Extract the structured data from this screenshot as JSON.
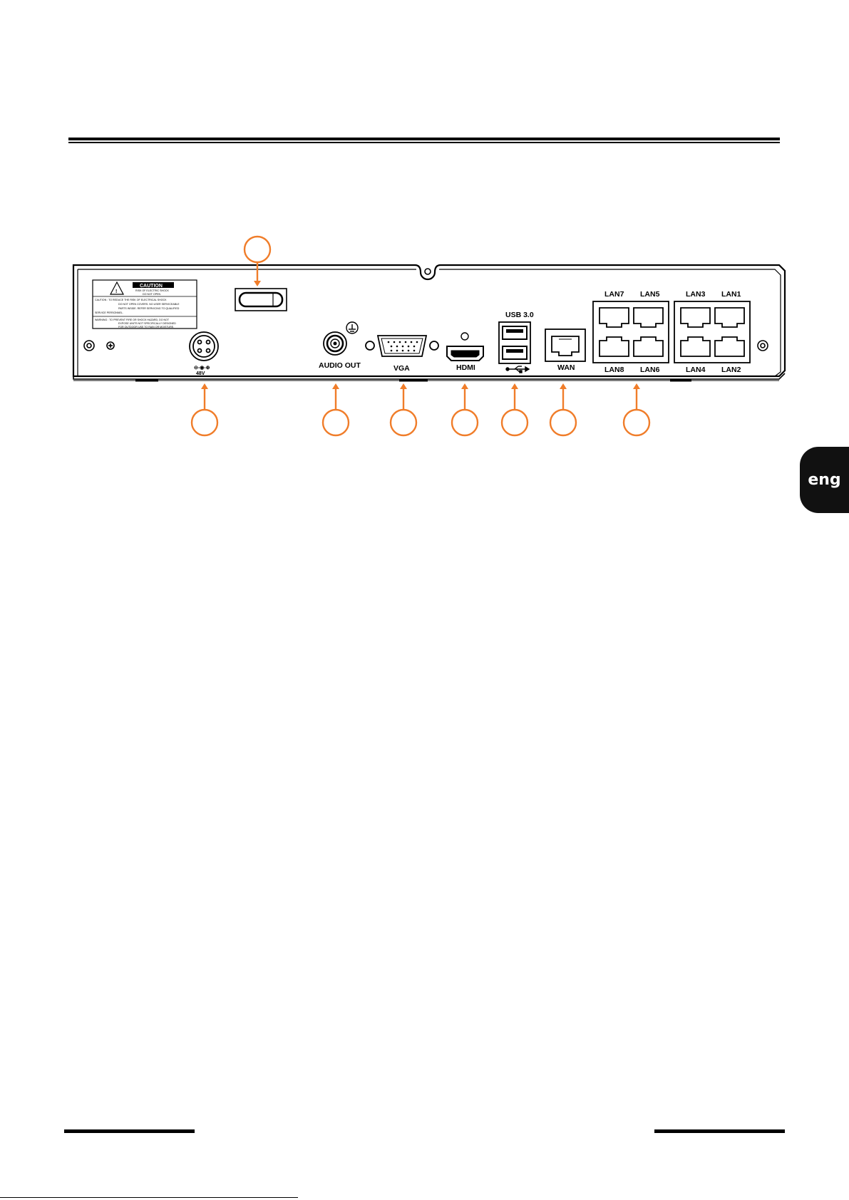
{
  "language_tab": "eng",
  "caution_label": {
    "heading": "CAUTION",
    "shock_line_1": "RISK OF ELECTRIC SHOCK",
    "shock_line_2": "DO NOT OPEN",
    "caution_line_1": "CAUTION : TO REDUCE THE RISK OF ELECTRICAL SHOCK",
    "caution_line_2": "DO NOT OPEN COVERS. NO USER SERVICEABLE",
    "caution_line_3": "PARTS INSIDE. REFER SERVICING TO QUALIFIED",
    "caution_line_4": "SERVICE PERSONNEL.",
    "warning_line_1": "WARNING : TO PREVENT FIRE OR SHOCK HAZARD, DO NOT",
    "warning_line_2": "EXPOSE UNITS NOT SPECIFICALLY DESIGNED",
    "warning_line_3": "FOR OUTDOOR USE TO RAIN OR MOISTURE."
  },
  "ports": {
    "power": "48V",
    "audio_out": "AUDIO OUT",
    "vga": "VGA",
    "hdmi": "HDMI",
    "usb": "USB 3.0",
    "wan": "WAN",
    "lan_top": [
      "LAN7",
      "LAN5",
      "LAN3",
      "LAN1"
    ],
    "lan_bottom": [
      "LAN8",
      "LAN6",
      "LAN4",
      "LAN2"
    ]
  },
  "colors": {
    "callout": "#f07d2a",
    "lang_tab_bg": "#111111",
    "line": "#000000"
  }
}
